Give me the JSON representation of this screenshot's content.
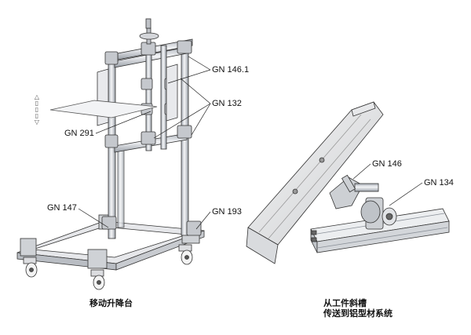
{
  "labels": {
    "gn146_1": "GN 146.1",
    "gn132": "GN 132",
    "gn291": "GN 291",
    "gn147": "GN 147",
    "gn193": "GN 193",
    "gn146": "GN 146",
    "gn134": "GN 134"
  },
  "captions": {
    "left": "移动升降台",
    "right_line1": "从工件斜槽",
    "right_line2": "传送到铝型材系统"
  },
  "arrows": {
    "up": "△",
    "dash1": "▯",
    "dash2": "▯",
    "dash3": "▯",
    "down": "▽"
  },
  "colors": {
    "line": "#333333",
    "steel": "#d9dbdf",
    "steel_dark": "#9ea3aa",
    "steel_light": "#f1f2f4"
  }
}
